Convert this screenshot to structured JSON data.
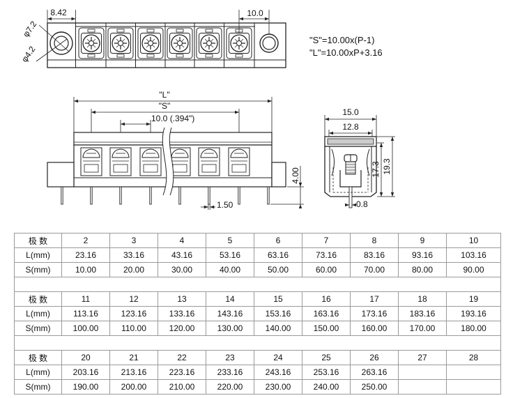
{
  "top_view": {
    "dim_end_offset": "8.42",
    "dim_pitch": "10.0",
    "dia_outer": "φ7.2",
    "dia_inner": "φ4.2"
  },
  "formulas": {
    "s": "\"S\"=10.00x(P-1)",
    "l": "\"L\"=10.00xP+3.16"
  },
  "front_view": {
    "dim_l": "\"L\"",
    "dim_s": "\"S\"",
    "dim_pitch": "10.0 (.394\")",
    "dim_pin_length": "4.00",
    "dim_pin_width": "1.50"
  },
  "side_view": {
    "dim_width": "15.0",
    "dim_inner_width": "12.8",
    "dim_body_height": "17.3",
    "dim_total_height": "19.3",
    "dim_pin_thickness": "0.8"
  },
  "table": {
    "row_labels": [
      "极 数",
      "L(mm)",
      "S(mm)"
    ],
    "groups": [
      {
        "poles": [
          "2",
          "3",
          "4",
          "5",
          "6",
          "7",
          "8",
          "9",
          "10"
        ],
        "l": [
          "23.16",
          "33.16",
          "43.16",
          "53.16",
          "63.16",
          "73.16",
          "83.16",
          "93.16",
          "103.16"
        ],
        "s": [
          "10.00",
          "20.00",
          "30.00",
          "40.00",
          "50.00",
          "60.00",
          "70.00",
          "80.00",
          "90.00"
        ]
      },
      {
        "poles": [
          "11",
          "12",
          "13",
          "14",
          "15",
          "16",
          "17",
          "18",
          "19"
        ],
        "l": [
          "113.16",
          "123.16",
          "133.16",
          "143.16",
          "153.16",
          "163.16",
          "173.16",
          "183.16",
          "193.16"
        ],
        "s": [
          "100.00",
          "110.00",
          "120.00",
          "130.00",
          "140.00",
          "150.00",
          "160.00",
          "170.00",
          "180.00"
        ]
      },
      {
        "poles": [
          "20",
          "21",
          "22",
          "23",
          "24",
          "25",
          "26",
          "27",
          "28"
        ],
        "l": [
          "203.16",
          "213.16",
          "223.16",
          "233.16",
          "243.16",
          "253.16",
          "263.16"
        ],
        "s": [
          "190.00",
          "200.00",
          "210.00",
          "220.00",
          "230.00",
          "240.00",
          "250.00"
        ]
      }
    ]
  }
}
